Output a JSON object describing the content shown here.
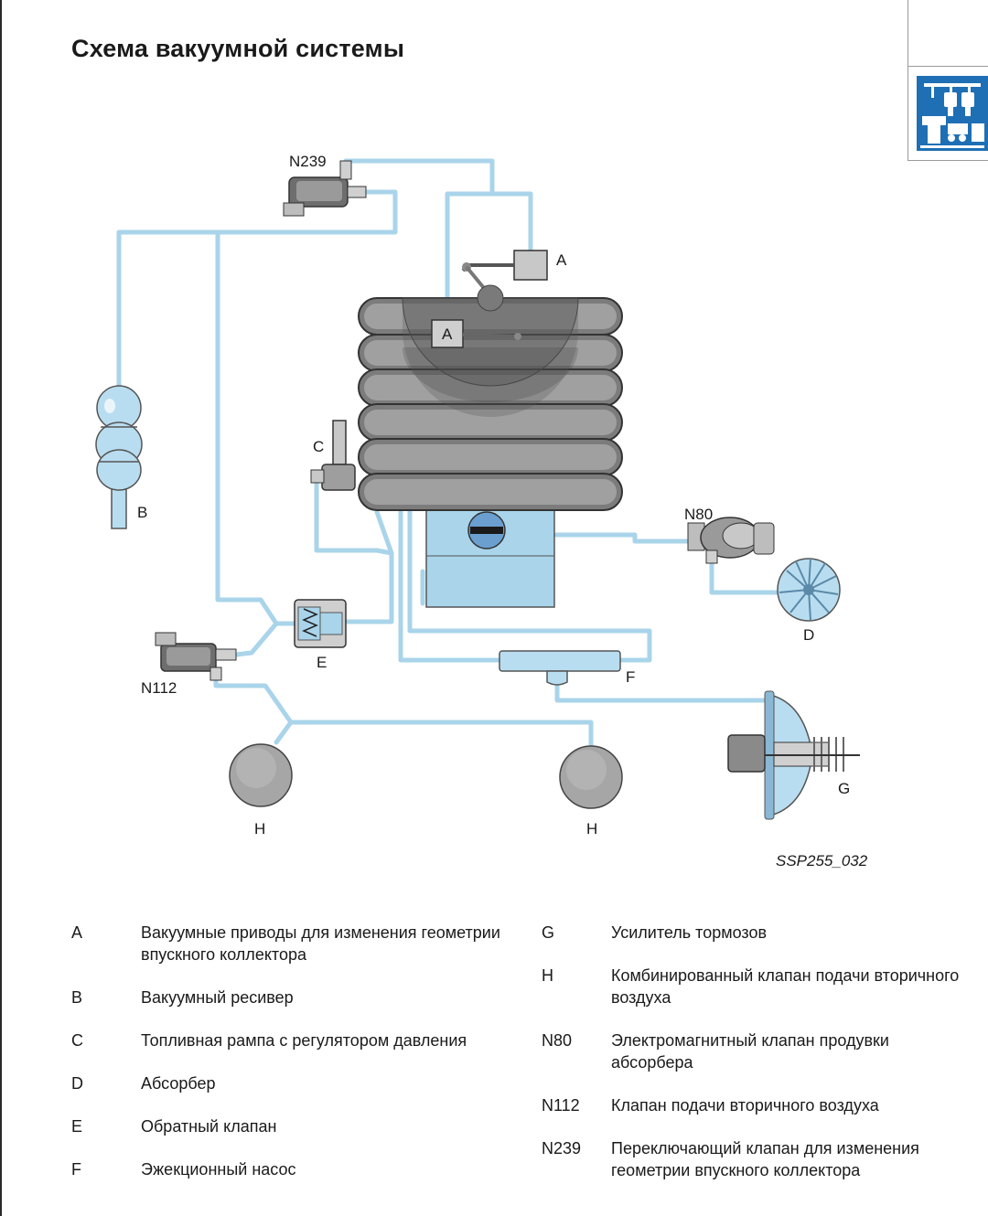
{
  "page": {
    "title": "Схема вакуумной системы",
    "figure_id": "SSP255_032"
  },
  "diagram": {
    "labels": {
      "n239": "N239",
      "a_top": "A",
      "a_inner": "A",
      "b": "B",
      "c": "C",
      "n80": "N80",
      "d": "D",
      "e": "E",
      "f": "F",
      "n112": "N112",
      "g": "G",
      "h_left": "H",
      "h_right": "H"
    },
    "colors": {
      "vacuum_line": "#a9d4ea",
      "component_fill": "#b9ddf0",
      "intake_gray": "#8c8c8c",
      "chapter_blue": "#1f6fb5"
    }
  },
  "legend": {
    "left": [
      {
        "key": "A",
        "text": "Вакуумные приводы для изменения геометрии впускного коллектора"
      },
      {
        "key": "B",
        "text": "Вакуумный ресивер"
      },
      {
        "key": "C",
        "text": "Топливная рампа с регулятором давления"
      },
      {
        "key": "D",
        "text": "Абсорбер"
      },
      {
        "key": "E",
        "text": "Обратный клапан"
      },
      {
        "key": "F",
        "text": "Эжекционный насос"
      }
    ],
    "right": [
      {
        "key": "G",
        "text": "Усилитель тормозов"
      },
      {
        "key": "H",
        "text": "Комбинированный клапан подачи вторичного воздуха"
      },
      {
        "key": "N80",
        "text": "Электромагнитный клапан продувки абсорбера"
      },
      {
        "key": "N112",
        "text": "Клапан подачи вторичного воздуха"
      },
      {
        "key": "N239",
        "text": "Переключающий клапан для изменения геометрии впускного коллектора"
      }
    ]
  }
}
